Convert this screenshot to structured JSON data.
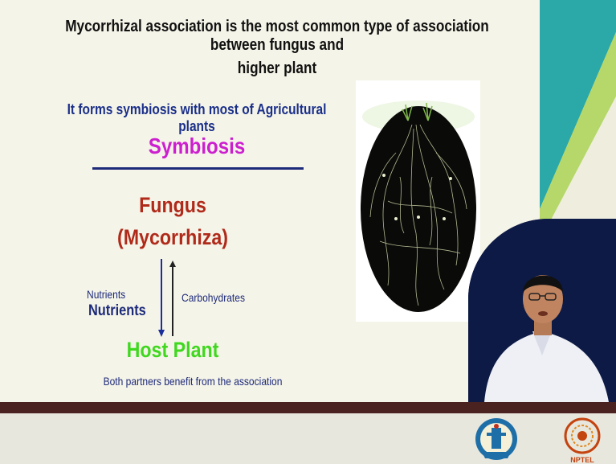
{
  "slide": {
    "headline_line1": "Mycorrhizal association is the most common type of association between fungus and",
    "headline_line2": "higher plant",
    "subtitle": "It forms symbiosis with most of Agricultural plants",
    "symbiosis": "Symbiosis",
    "fungus": "Fungus",
    "mycorrhiza": "(Mycorrhiza)",
    "nutrients_small": "Nutrients",
    "nutrients_bold": "Nutrients",
    "carbohydrates": "Carbohydrates",
    "host_plant": "Host Plant",
    "benefit": "Both partners benefit from the association"
  },
  "footer": {
    "logo_right_text": "NPTEL"
  },
  "colors": {
    "headline": "#111111",
    "subtitle": "#1a2f8a",
    "symbiosis": "#cc1fcf",
    "fungus": "#b02a1a",
    "host_plant": "#3fd81f",
    "bar": "#4a2220",
    "accent_teal": "#2ba8a8",
    "accent_green": "#b6d86a"
  },
  "icons": {
    "arrow_down": "down-arrow-icon",
    "arrow_up": "up-arrow-icon",
    "logo_left": "iit-kgp-logo-icon",
    "logo_right": "nptel-logo-icon"
  }
}
